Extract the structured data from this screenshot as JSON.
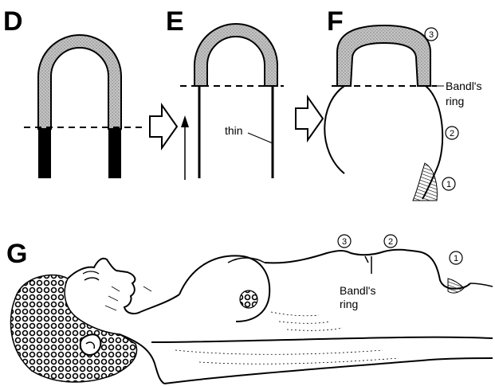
{
  "panels": {
    "d": {
      "letter": "D"
    },
    "e": {
      "letter": "E",
      "label": "thin"
    },
    "f": {
      "letter": "F",
      "ring_label_1": "Bandl's",
      "ring_label_2": "ring",
      "markers": [
        "3",
        "2",
        "1"
      ]
    },
    "g": {
      "letter": "G",
      "ring_label_1": "Bandl's",
      "ring_label_2": "ring",
      "markers": [
        "3",
        "2",
        "1"
      ]
    }
  },
  "colors": {
    "ink": "#000000",
    "stipple": "#b9b9b9",
    "background": "#ffffff"
  }
}
